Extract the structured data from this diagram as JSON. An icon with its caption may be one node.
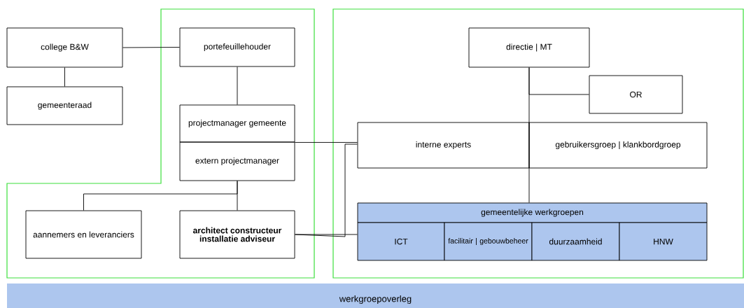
{
  "diagram": {
    "nodes": [
      {
        "text": [
          "college B&W"
        ]
      },
      {
        "text": [
          "gemeenteraad"
        ]
      },
      {
        "text": [
          "portefeuillehouder"
        ]
      },
      {
        "text": [
          "projectmanager gemeente"
        ]
      },
      {
        "text": [
          "extern projectmanager"
        ]
      },
      {
        "text": [
          "aannemers en leveranciers"
        ]
      },
      {
        "text": [
          "architect constructeur installatie adviseur"
        ]
      },
      {
        "text": [
          "directie | MT"
        ]
      },
      {
        "text": [
          "OR"
        ]
      },
      {
        "text": [
          "interne experts"
        ]
      },
      {
        "text": [
          "gebruikersgroep | klankbordgroep"
        ]
      },
      {
        "text": [
          "gemeentelijke werkgroepen"
        ]
      },
      {
        "text": [
          "ICT"
        ]
      },
      {
        "text": [
          "facilitair | gebouwbeheer"
        ]
      },
      {
        "text": [
          "duurzaamheid"
        ]
      },
      {
        "text": [
          "HNW"
        ]
      },
      {
        "text": [
          "werkgroepoverleg"
        ]
      }
    ],
    "edges": [
      {
        "from": 0,
        "to": 1,
        "arrow": "none"
      },
      {
        "from": 0,
        "to": 2,
        "arrow": "none"
      },
      {
        "from": 2,
        "to": 3,
        "arrow": "none"
      },
      {
        "from": 4,
        "to": 5,
        "arrow": "none"
      },
      {
        "from": 4,
        "to": 6,
        "arrow": "none"
      },
      {
        "from": 7,
        "to": 8,
        "arrow": "none"
      },
      {
        "from": 7,
        "to": 11,
        "arrow": "none"
      },
      {
        "from": 3,
        "to": 9,
        "arrow": "none"
      },
      {
        "from": 6,
        "to": 12,
        "arrow": "none"
      },
      {
        "from": 6,
        "to": 9,
        "arrow": "none"
      }
    ]
  }
}
